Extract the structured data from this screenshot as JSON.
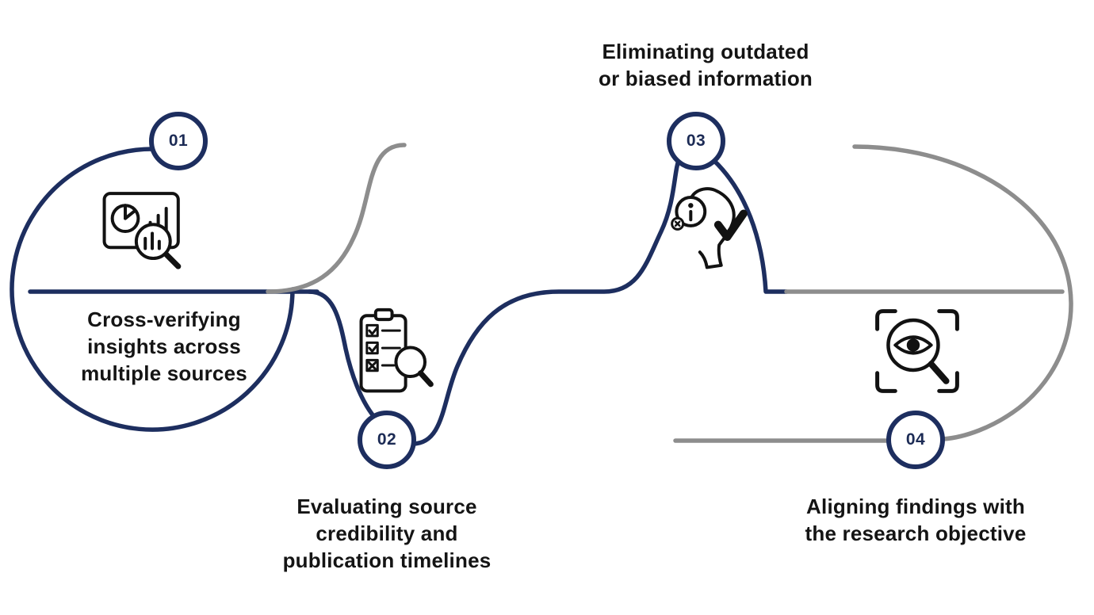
{
  "colors": {
    "accent_navy": "#1d2e5f",
    "line_gray": "#8d8d8d",
    "icon_black": "#121212",
    "text_dark": "#141414",
    "badge_background": "#ffffff"
  },
  "steps": [
    {
      "number": "01",
      "label": "Cross-verifying insights across multiple sources",
      "lines": [
        "Cross-verifying",
        "insights across",
        "multiple sources"
      ],
      "icon": "dashboard-magnifier-icon"
    },
    {
      "number": "02",
      "label": "Evaluating source credibility and publication timelines",
      "lines": [
        "Evaluating source",
        "credibility and",
        "publication timelines"
      ],
      "icon": "checklist-magnifier-icon"
    },
    {
      "number": "03",
      "label": "Eliminating outdated or biased information",
      "lines": [
        "Eliminating outdated",
        "or biased information"
      ],
      "icon": "head-info-check-icon"
    },
    {
      "number": "04",
      "label": "Aligning findings with the research objective",
      "lines": [
        "Aligning findings with",
        "the research objective"
      ],
      "icon": "eye-scan-magnifier-icon"
    }
  ]
}
